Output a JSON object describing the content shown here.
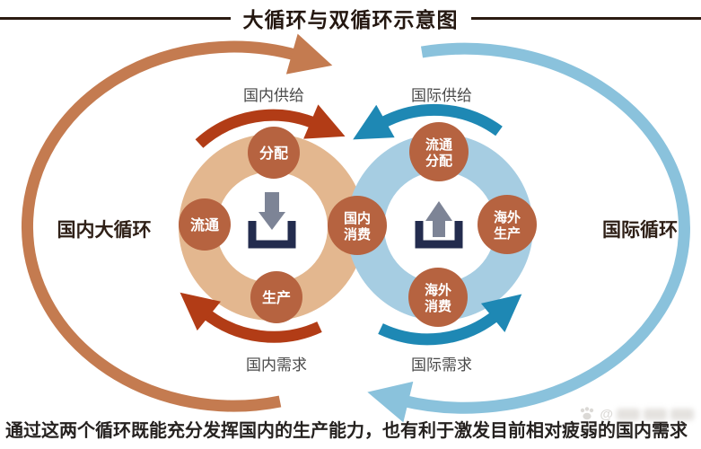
{
  "title": "大循环与双循环示意图",
  "left_cycle": {
    "name_label": "国内大循环",
    "supply_label": "国内供给",
    "demand_label": "国内需求",
    "node_distribution": "分配",
    "node_circulation": "流通",
    "node_production": "生产"
  },
  "shared_node": {
    "line1": "国内",
    "line2": "消费"
  },
  "right_cycle": {
    "name_label": "国际循环",
    "supply_label": "国际供给",
    "demand_label": "国际需求",
    "node_circulation_distribution": {
      "line1": "流通",
      "line2": "分配"
    },
    "node_overseas_production": {
      "line1": "海外",
      "line2": "生产"
    },
    "node_overseas_consumption": {
      "line1": "海外",
      "line2": "消费"
    }
  },
  "footer": "通过这两个循环既能充分发挥国内的生产能力，也有利于激发目前相对疲弱的国内需求",
  "watermark": {
    "at_symbol": "@"
  },
  "colors": {
    "domestic_ring": "#e3b78f",
    "domestic_inner_arrow": "#b23c16",
    "domestic_outer_loop": "#c47b50",
    "international_ring": "#a6cde2",
    "international_inner_arrow": "#1e88b4",
    "international_outer_loop": "#8ac2dc",
    "node_fill": "#b66340",
    "icon_tray": "#232c4e",
    "icon_arrow": "#7d8496",
    "title_text": "#241710",
    "flow_label_text": "#4a4a4a"
  }
}
